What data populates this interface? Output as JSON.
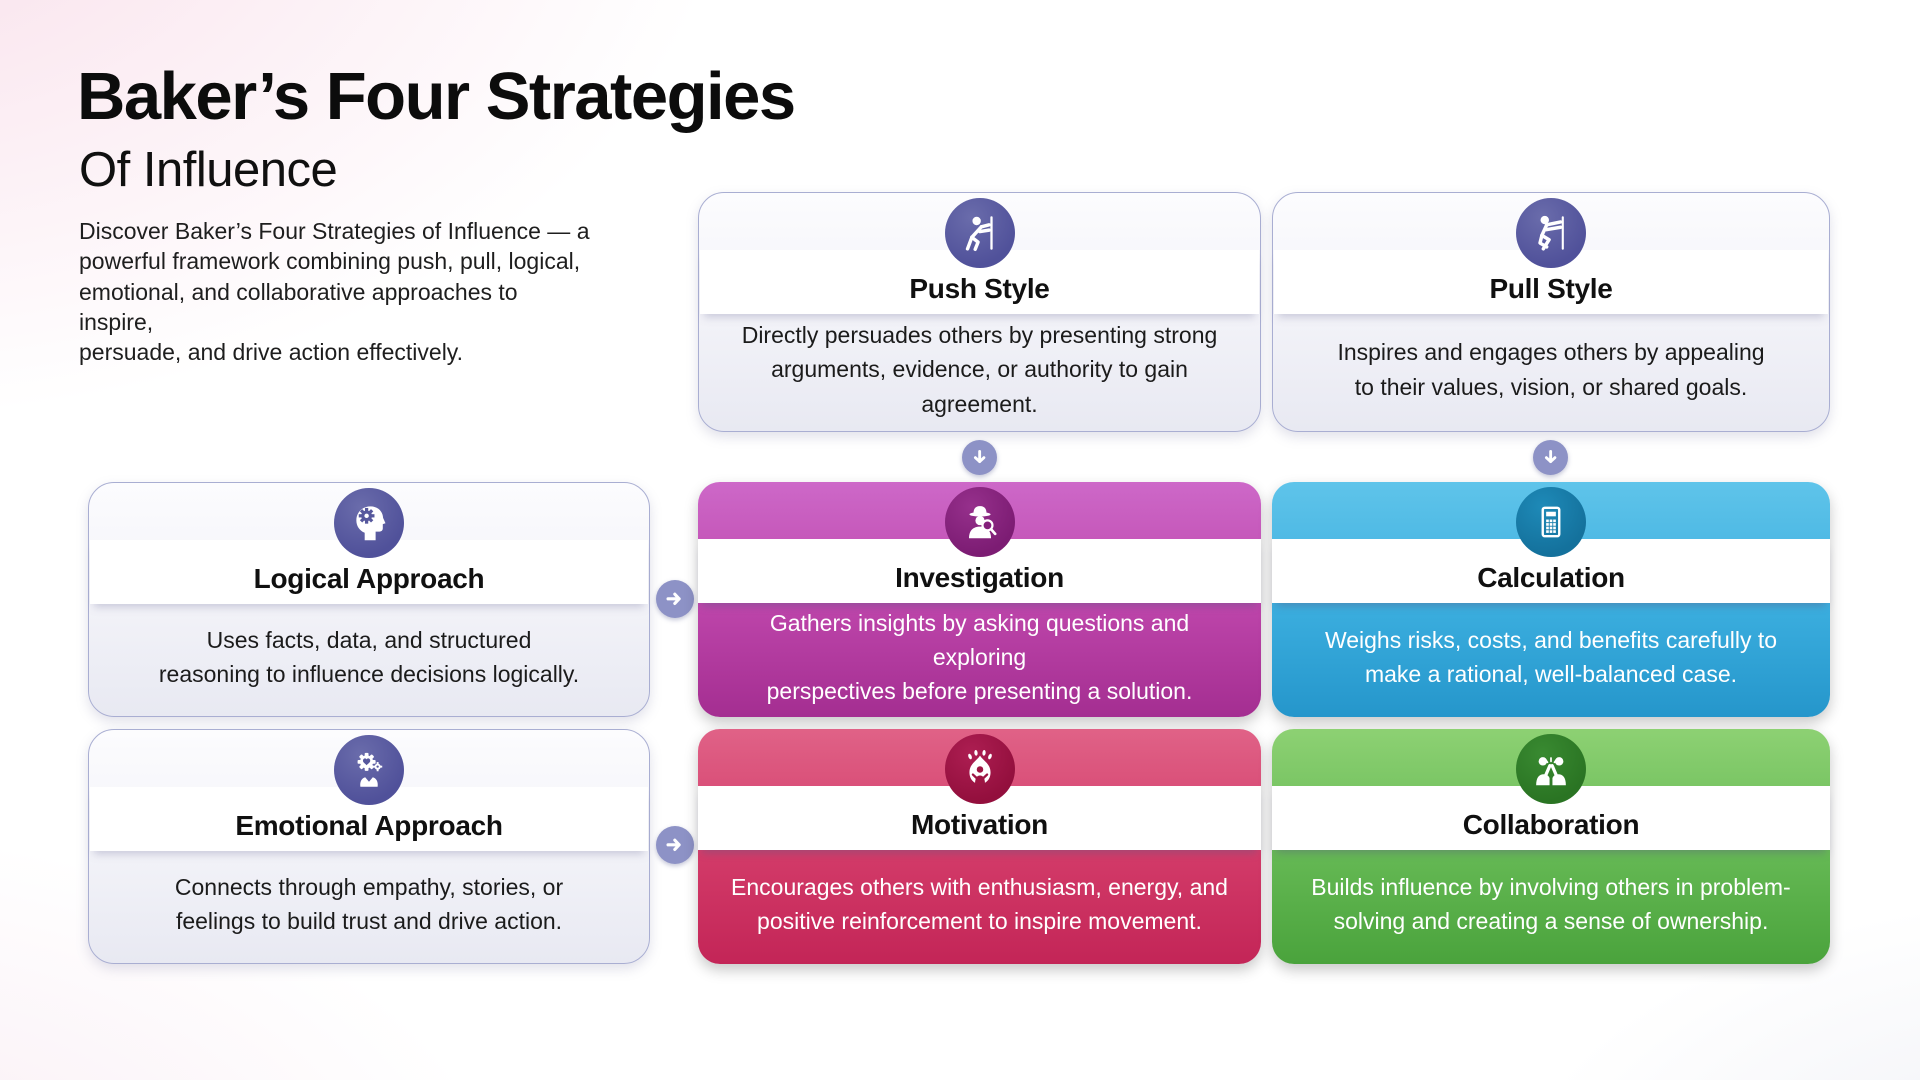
{
  "header": {
    "title": "Baker’s Four Strategies",
    "subtitle": "Of Influence",
    "description": "Discover Baker’s Four Strategies of Influence — a\npowerful framework combining push, pull, logical,\nemotional, and collaborative approaches to inspire,\npersuade, and drive action effectively."
  },
  "cards": [
    {
      "id": "push",
      "title": "Push Style",
      "icon": "push-person-icon",
      "style": "light",
      "body": "Directly persuades others by presenting strong\narguments, evidence, or authority to gain agreement."
    },
    {
      "id": "pull",
      "title": "Pull Style",
      "icon": "pull-person-icon",
      "style": "light",
      "body": "Inspires and engages others by appealing\nto their values, vision, or shared goals."
    },
    {
      "id": "logical",
      "title": "Logical Approach",
      "icon": "head-gear-icon",
      "style": "light",
      "body": "Uses facts, data, and structured\nreasoning to influence decisions logically."
    },
    {
      "id": "investigation",
      "title": "Investigation",
      "icon": "detective-icon",
      "style": "magenta",
      "body": "Gathers insights by asking questions and exploring\nperspectives before presenting a solution."
    },
    {
      "id": "calculation",
      "title": "Calculation",
      "icon": "calculator-icon",
      "style": "blue",
      "body": "Weighs risks, costs, and benefits carefully to\nmake a rational, well-balanced case."
    },
    {
      "id": "emotional",
      "title": "Emotional Approach",
      "icon": "heart-gear-hand-icon",
      "style": "light",
      "body": "Connects through empathy, stories, or\nfeelings to build trust and drive action."
    },
    {
      "id": "motivation",
      "title": "Motivation",
      "icon": "flame-person-icon",
      "style": "rose",
      "body": "Encourages others with enthusiasm, energy, and\npositive reinforcement to inspire movement."
    },
    {
      "id": "collaboration",
      "title": "Collaboration",
      "icon": "high-five-icon",
      "style": "green",
      "body": "Builds influence by involving others in problem-\nsolving and creating a sense of ownership."
    }
  ],
  "connectors": [
    {
      "icon": "down-arrow-icon",
      "from": "push",
      "to": "investigation"
    },
    {
      "icon": "down-arrow-icon",
      "from": "pull",
      "to": "calculation"
    },
    {
      "icon": "right-arrow-icon",
      "from": "logical",
      "to": "investigation"
    },
    {
      "icon": "right-arrow-icon",
      "from": "emotional",
      "to": "motivation"
    }
  ],
  "colors": {
    "background_tint": "#f8e4ee",
    "light_card_border": "#a9aed2",
    "indigo_icon_circle": "#56589d",
    "arrow_circle": "#8d92c6",
    "investigation_top": "#cd68c8",
    "investigation_bottom": "#a42e91",
    "investigation_circle": "#84207b",
    "calculation_top": "#5fc4ea",
    "calculation_bottom": "#2596cb",
    "calculation_circle": "#1779a5",
    "motivation_top": "#e06287",
    "motivation_bottom": "#c32557",
    "motivation_circle": "#9d1543",
    "collaboration_top": "#8dd173",
    "collaboration_bottom": "#4aa33c",
    "collaboration_circle": "#2f7d28"
  }
}
